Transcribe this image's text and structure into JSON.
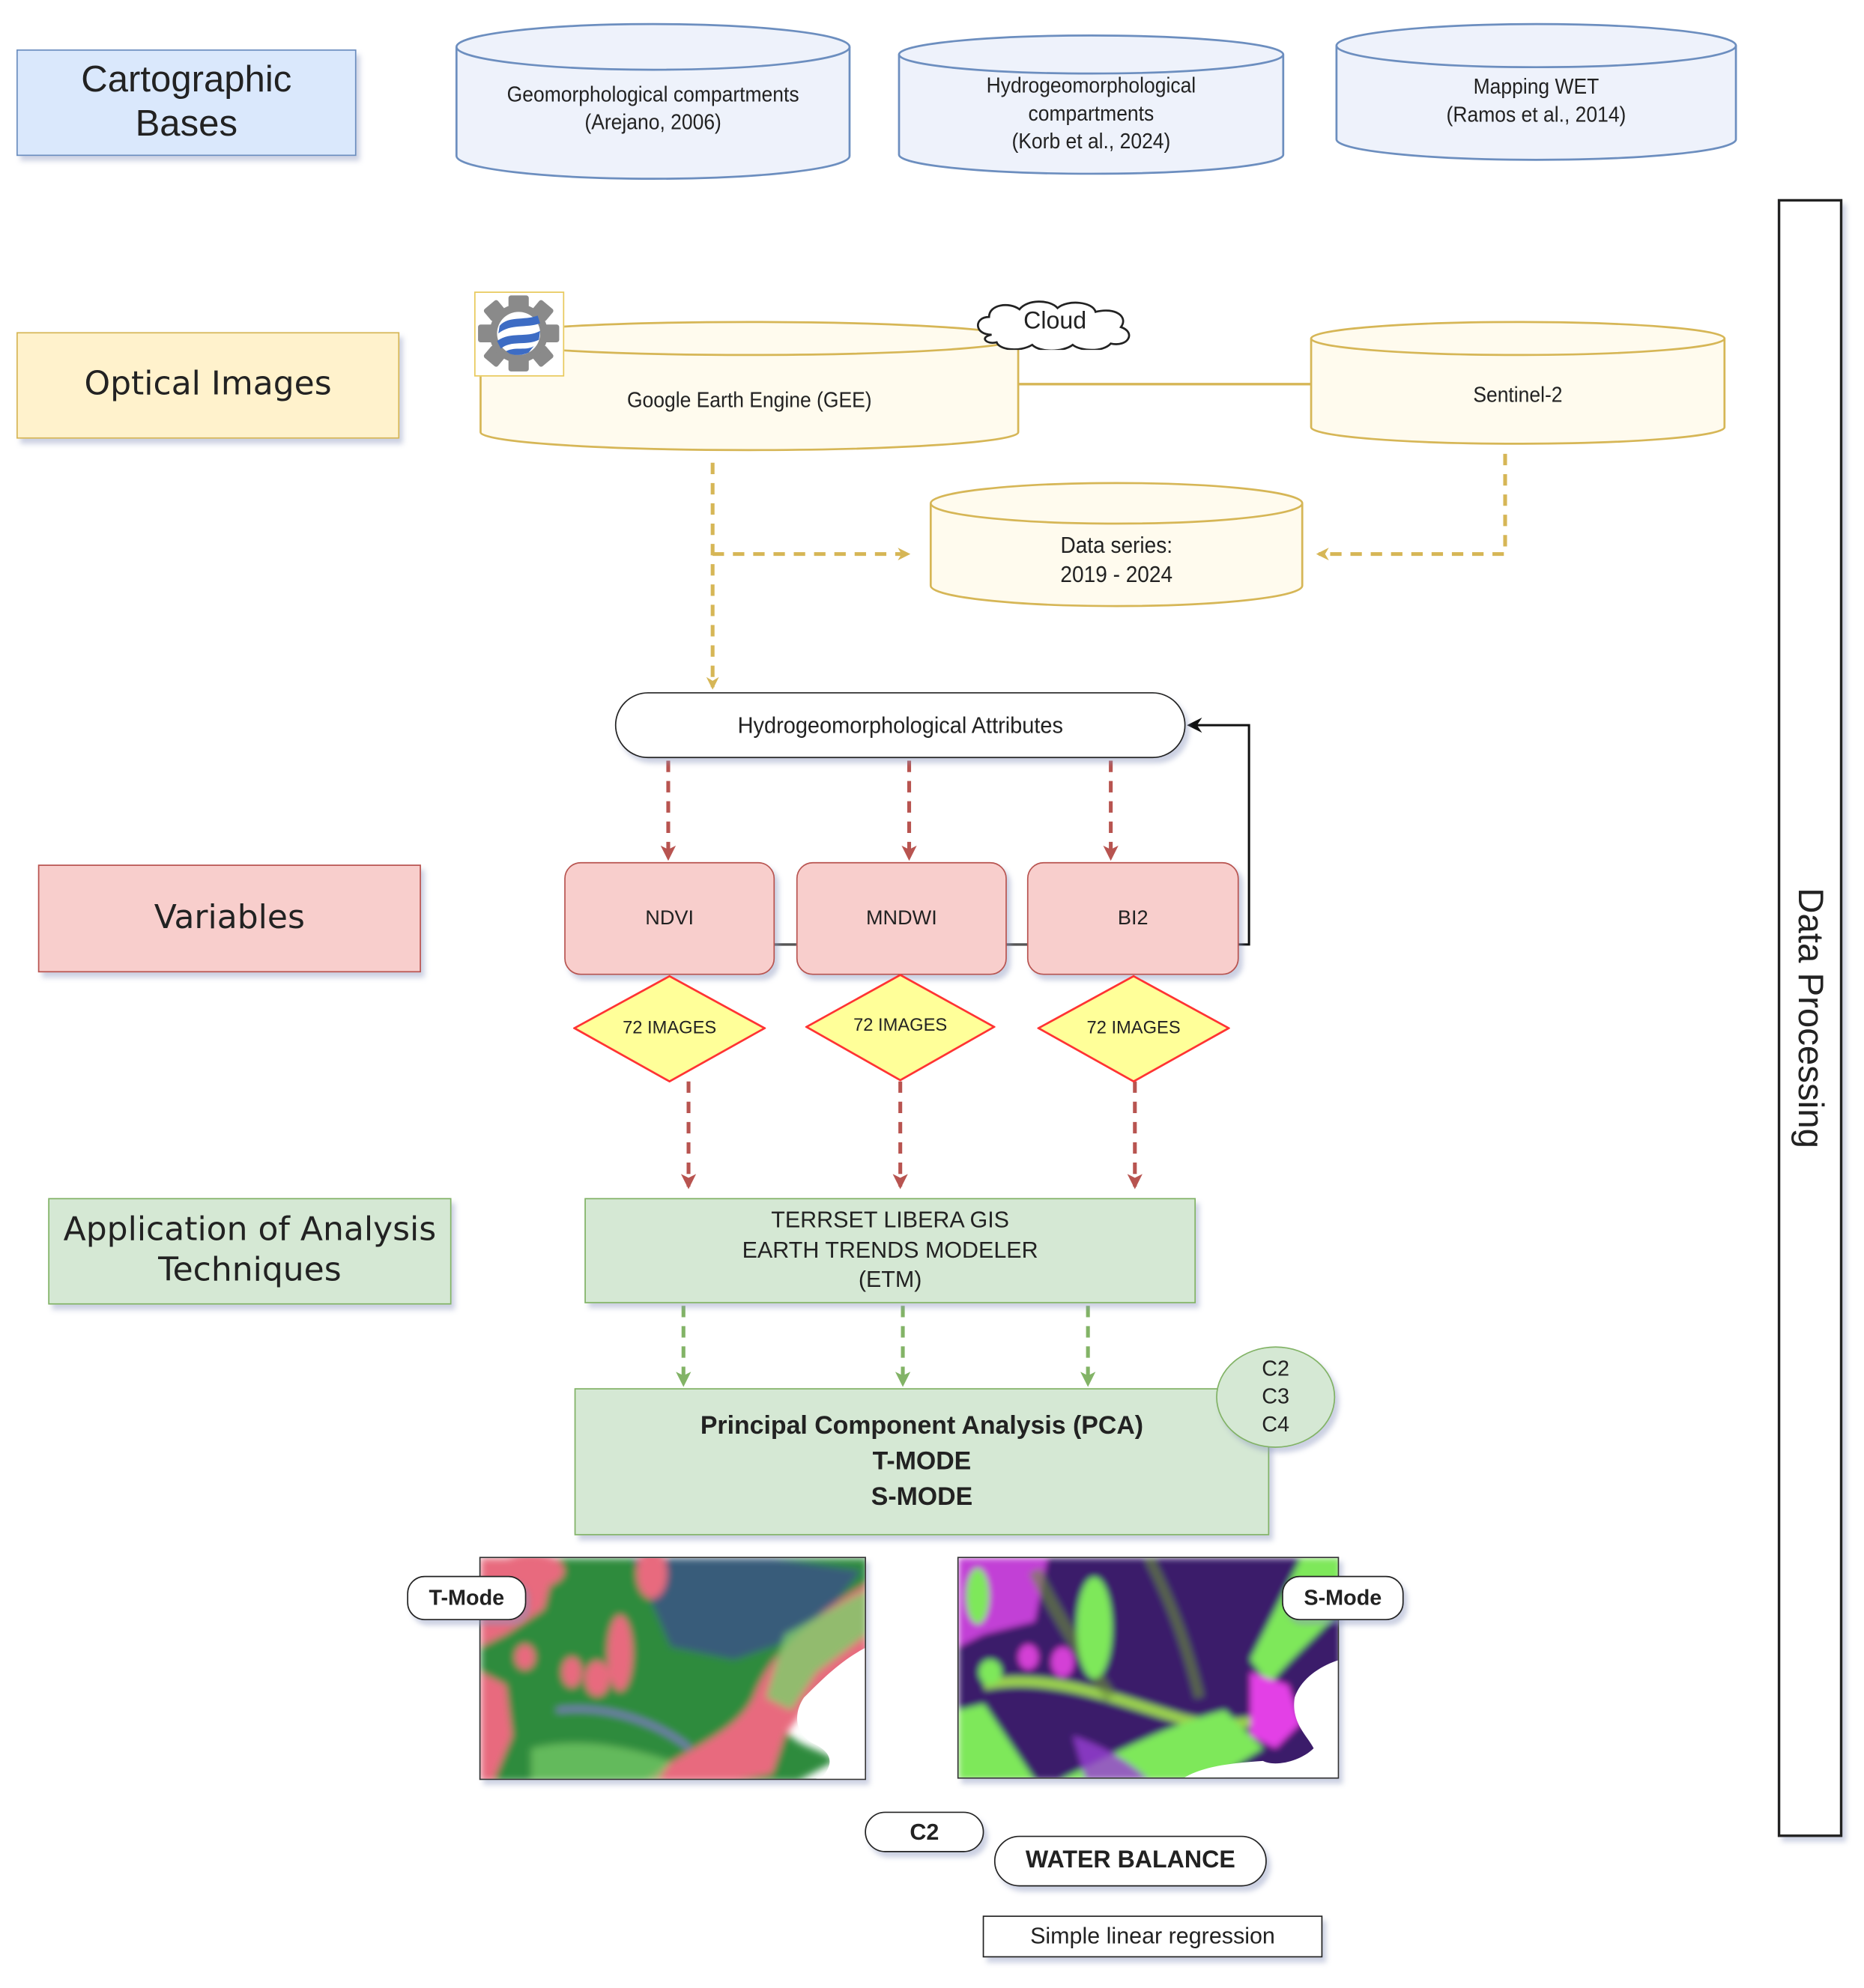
{
  "colors": {
    "blue_fill": "#dae8fc",
    "blue_stroke": "#6c8ebf",
    "yellow_fill": "#fff2cc",
    "yellow_stroke": "#d6b656",
    "red_fill": "#f8cecc",
    "red_stroke": "#b85450",
    "green_fill": "#d5e8d4",
    "green_stroke": "#82b366",
    "diamond_fill": "#ffff99",
    "diamond_stroke": "#ff3333",
    "dash_gold": "#d6b656",
    "dash_red": "#b85450",
    "dash_green": "#82b366"
  },
  "sections": {
    "cartographic": {
      "line1": "Cartographic",
      "line2": "Bases"
    },
    "optical": {
      "label": "Optical Images"
    },
    "variables": {
      "label": "Variables"
    },
    "analysis": {
      "line1": "Application of Analysis",
      "line2": "Techniques"
    },
    "processing": {
      "label": "Data Processing"
    }
  },
  "cartographic_bases": [
    {
      "lines": [
        "Geomorphological compartments",
        "(Arejano, 2006)"
      ]
    },
    {
      "lines": [
        "Hydrogeomorphological",
        "compartments",
        "(Korb et al., 2024)"
      ]
    },
    {
      "lines": [
        "Mapping WET",
        "(Ramos et al., 2014)"
      ]
    }
  ],
  "optical_sources": {
    "gee": {
      "label": "Google Earth Engine (GEE)",
      "icon": "earth-engine-icon"
    },
    "cloud": {
      "label": "Cloud"
    },
    "sentinel": {
      "label": "Sentinel-2"
    },
    "data_series": {
      "line1": "Data series:",
      "line2": "2019 - 2024"
    }
  },
  "attributes": {
    "label": "Hydrogeomorphological Attributes"
  },
  "variables": [
    {
      "name": "NDVI",
      "images": "72 IMAGES"
    },
    {
      "name": "MNDWI",
      "images": "72 IMAGES"
    },
    {
      "name": "BI2",
      "images": "72 IMAGES"
    }
  ],
  "etm": {
    "lines": [
      "TERRSET LIBERA GIS",
      "EARTH TRENDS MODELER",
      "(ETM)"
    ]
  },
  "pca": {
    "title": "Principal Component Analysis (PCA)",
    "mode1": "T-MODE",
    "mode2": "S-MODE"
  },
  "components": {
    "lines": [
      "C2",
      "C3",
      "C4"
    ]
  },
  "maps": {
    "t_mode": "T-Mode",
    "s_mode": "S-Mode"
  },
  "outputs": {
    "c2": "C2",
    "water_balance": "WATER BALANCE",
    "regression": "Simple linear regression"
  }
}
